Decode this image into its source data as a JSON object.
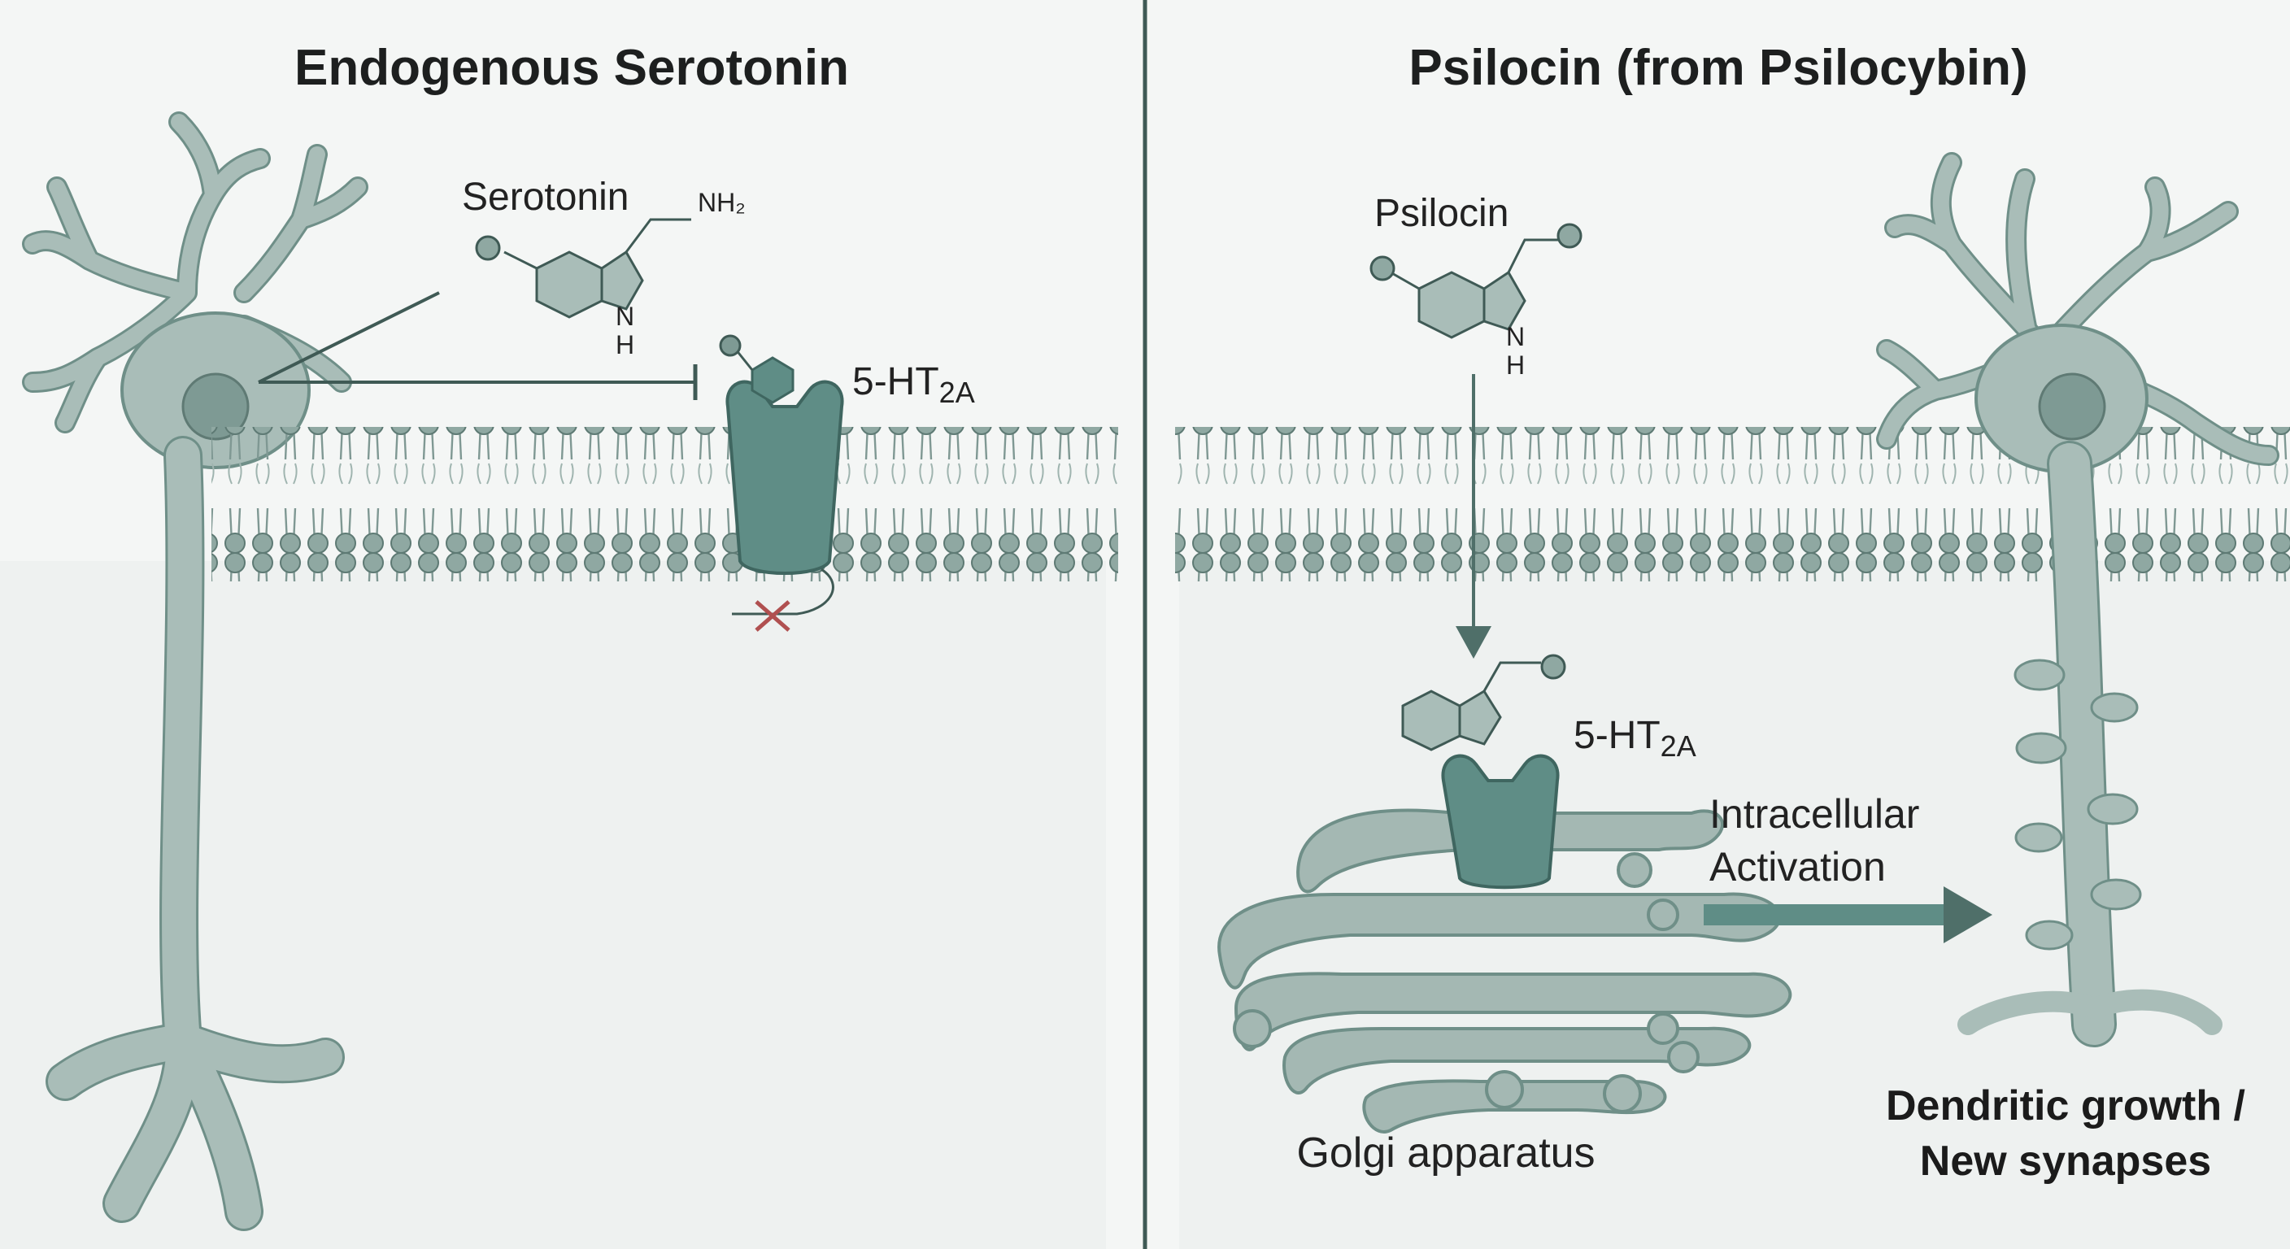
{
  "left_panel": {
    "title": "Endogenous Serotonin",
    "molecule_label": "Serotonin",
    "amine_label": "NH₂",
    "nh_label": "N",
    "h_label": "H",
    "receptor_label_main": "5-HT",
    "receptor_label_sub": "2A",
    "blocked_marker": "x-mark"
  },
  "right_panel": {
    "title": "Psilocin (from Psilocybin)",
    "molecule_label": "Psilocin",
    "nh_label": "N",
    "h_label": "H",
    "receptor_label_main": "5-HT",
    "receptor_label_sub": "2A",
    "activation_label_line1": "Intracellular",
    "activation_label_line2": "Activation",
    "organelle_label": "Golgi apparatus",
    "outcome_line1": "Dendritic growth /",
    "outcome_line2": "New synapses"
  },
  "colors": {
    "background": "#f4f6f5",
    "intracellular": "#eef1f0",
    "neuron_fill": "#a9bdb8",
    "neuron_stroke": "#6f8f88",
    "nucleus": "#7e9a94",
    "membrane_head": "#8ea8a2",
    "receptor": "#5f8d86",
    "golgi": "#a4b8b3",
    "arrow": "#4f6f69",
    "block_x": "#b05050"
  }
}
